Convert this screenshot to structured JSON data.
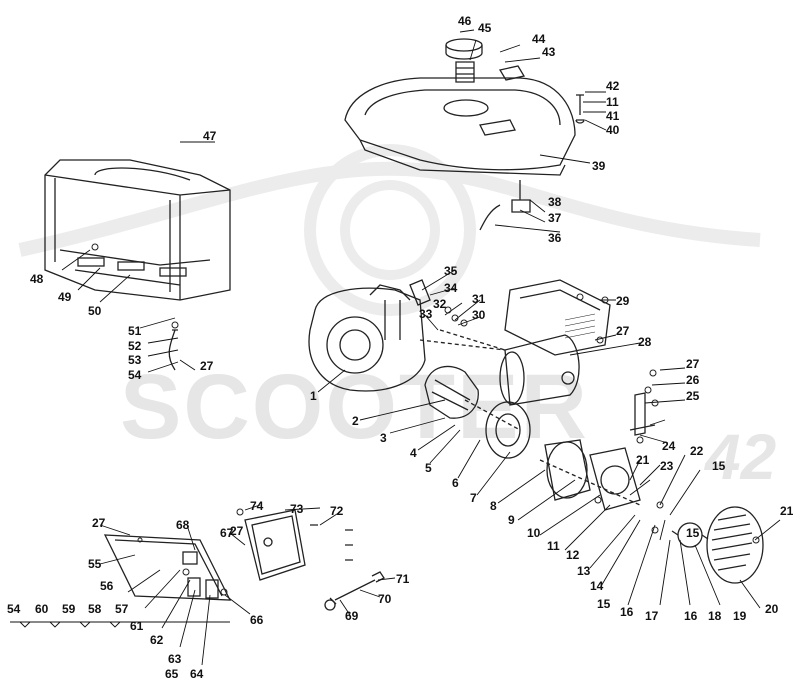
{
  "watermark": {
    "brand": "SCOOTER",
    "suffix": "42"
  },
  "callouts": [
    "1",
    "2",
    "3",
    "4",
    "5",
    "6",
    "7",
    "8",
    "9",
    "10",
    "11",
    "12",
    "13",
    "14",
    "15",
    "15",
    "15",
    "16",
    "16",
    "17",
    "18",
    "19",
    "20",
    "21",
    "21",
    "22",
    "23",
    "24",
    "25",
    "26",
    "27",
    "27",
    "27",
    "27",
    "27",
    "28",
    "29",
    "30",
    "31",
    "32",
    "33",
    "34",
    "35",
    "36",
    "37",
    "38",
    "39",
    "40",
    "41",
    "42",
    "11",
    "43",
    "44",
    "45",
    "46",
    "47",
    "48",
    "49",
    "50",
    "51",
    "52",
    "53",
    "54",
    "54",
    "55",
    "56",
    "57",
    "58",
    "59",
    "60",
    "61",
    "62",
    "63",
    "64",
    "65",
    "66",
    "67",
    "68",
    "69",
    "70",
    "71",
    "72",
    "73",
    "74"
  ]
}
